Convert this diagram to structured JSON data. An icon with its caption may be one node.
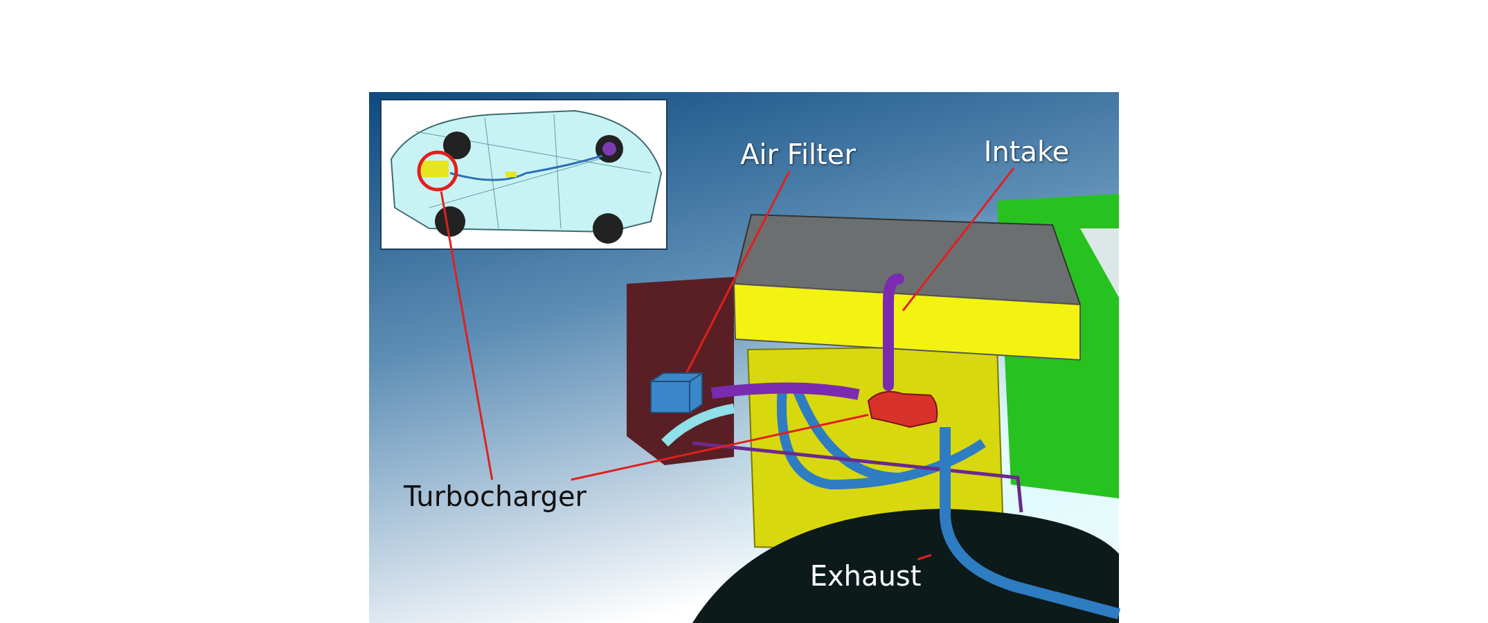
{
  "diagram": {
    "nodes": [
      {
        "text": [
          "Air Filter"
        ]
      },
      {
        "text": [
          "Intake"
        ]
      },
      {
        "text": [
          "Turbocharger"
        ]
      },
      {
        "text": [
          "Exhaust"
        ]
      },
      {
        "text": [],
        "shape": "circle"
      },
      {
        "text": [],
        "shape": "box"
      },
      {
        "text": [],
        "shape": "picture"
      },
      {
        "text": [],
        "shape": "box"
      },
      {
        "text": [],
        "shape": "picture"
      }
    ],
    "edges": [
      {
        "from": 0,
        "to": 5,
        "arrow": "none"
      },
      {
        "from": 1,
        "to": 6,
        "arrow": "none"
      },
      {
        "from": 2,
        "to": 4,
        "arrow": "none"
      },
      {
        "from": 2,
        "to": 7,
        "arrow": "none"
      },
      {
        "from": 3,
        "to": 8,
        "arrow": "none"
      }
    ]
  }
}
